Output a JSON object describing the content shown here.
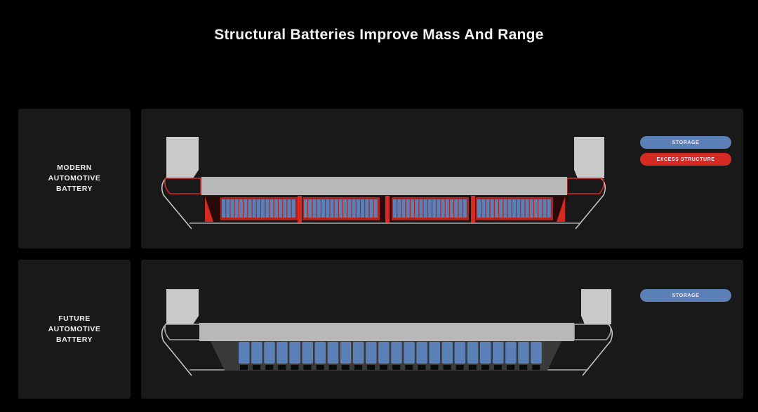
{
  "title": "Structural Batteries Improve Mass And Range",
  "rows": [
    {
      "label": "MODERN\nAUTOMOTIVE\nBATTERY",
      "legend": [
        {
          "text": "STORAGE",
          "color": "#5b80b8"
        },
        {
          "text": "EXCESS STRUCTURE",
          "color": "#d42a22"
        }
      ]
    },
    {
      "label": "FUTURE\nAUTOMOTIVE\nBATTERY",
      "legend": [
        {
          "text": "STORAGE",
          "color": "#5b80b8"
        }
      ]
    }
  ],
  "colors": {
    "storage": "#5b80b8",
    "excess_structure": "#d42a22",
    "structure": "#b8b8b8"
  }
}
